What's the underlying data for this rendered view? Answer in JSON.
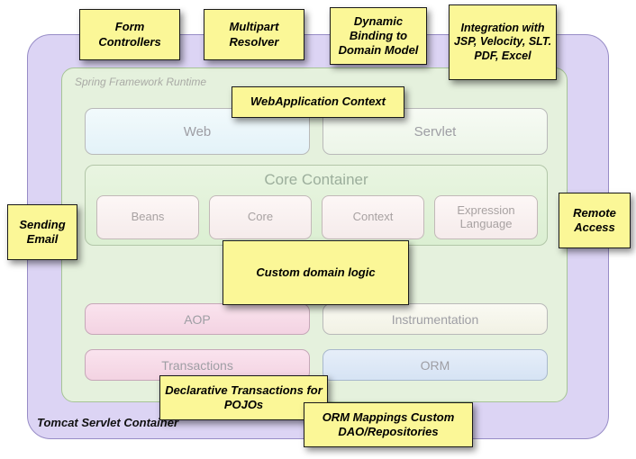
{
  "containers": {
    "tomcat": "Tomcat Servlet Container",
    "runtime": "Spring Framework Runtime"
  },
  "modules": {
    "web": "Web",
    "servlet": "Servlet",
    "core_container": "Core Container",
    "beans": "Beans",
    "core": "Core",
    "context": "Context",
    "expression_language": "Expression Language",
    "aop": "AOP",
    "instrumentation": "Instrumentation",
    "transactions": "Transactions",
    "orm": "ORM"
  },
  "notes": {
    "form_controllers": "Form Controllers",
    "multipart_resolver": "Multipart Resolver",
    "dynamic_binding": "Dynamic Binding to Domain Model",
    "integration": "Integration with JSP, Velocity, SLT. PDF, Excel",
    "webapplication_context": "WebApplication Context",
    "sending_email": "Sending Email",
    "remote_access": "Remote Access",
    "custom_domain_logic": "Custom domain logic",
    "declarative_transactions": "Declarative Transactions for POJOs",
    "orm_mappings": "ORM Mappings Custom DAO/Repositories"
  },
  "colors": {
    "note_bg": "#fbf797",
    "outer_bg": "#dcd4f4",
    "runtime_bg": "#e5f1dd",
    "aop_bg": "#f3d3e2",
    "orm_bg": "#d6e3f4",
    "web_bg": "#e3f2f8"
  }
}
